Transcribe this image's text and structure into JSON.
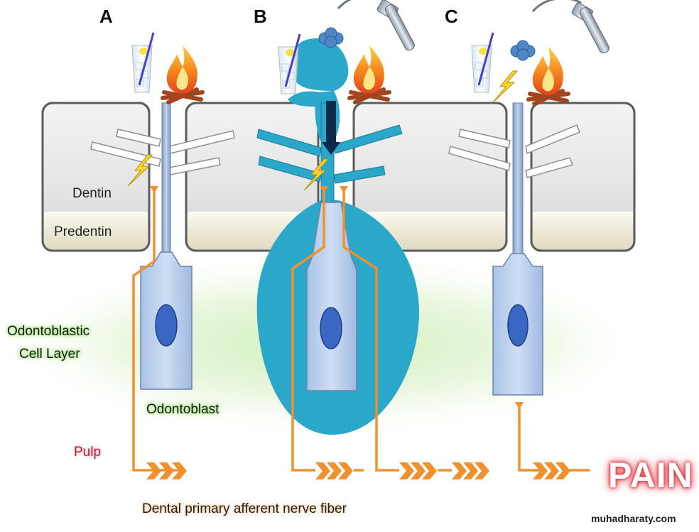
{
  "panels": {
    "a": "A",
    "b": "B",
    "c": "C"
  },
  "labels": {
    "dentin": "Dentin",
    "predentin": "Predentin",
    "cell_layer_line1": "Odontoblastic",
    "cell_layer_line2": "Cell Layer",
    "odontoblast": "Odontoblast",
    "pulp": "Pulp",
    "nerve_fiber": "Dental primary afferent nerve fiber",
    "pain": "PAIN"
  },
  "watermark": "muhadharaty.com",
  "colors": {
    "fluid": "#2aa7c9",
    "nerve": "#f0912e",
    "cell": "#b8cfee",
    "nucleus": "#3a66c4",
    "tubule": "#9ab0d3",
    "arrow": "#0e2a4a",
    "pain_glow": "#e0303a",
    "layer_glow": "#c9ecb0"
  },
  "icons": [
    "glass-cold-drink-icon",
    "campfire-icon",
    "air-syringe-icon",
    "lightning-icon",
    "air-puff-icon"
  ]
}
